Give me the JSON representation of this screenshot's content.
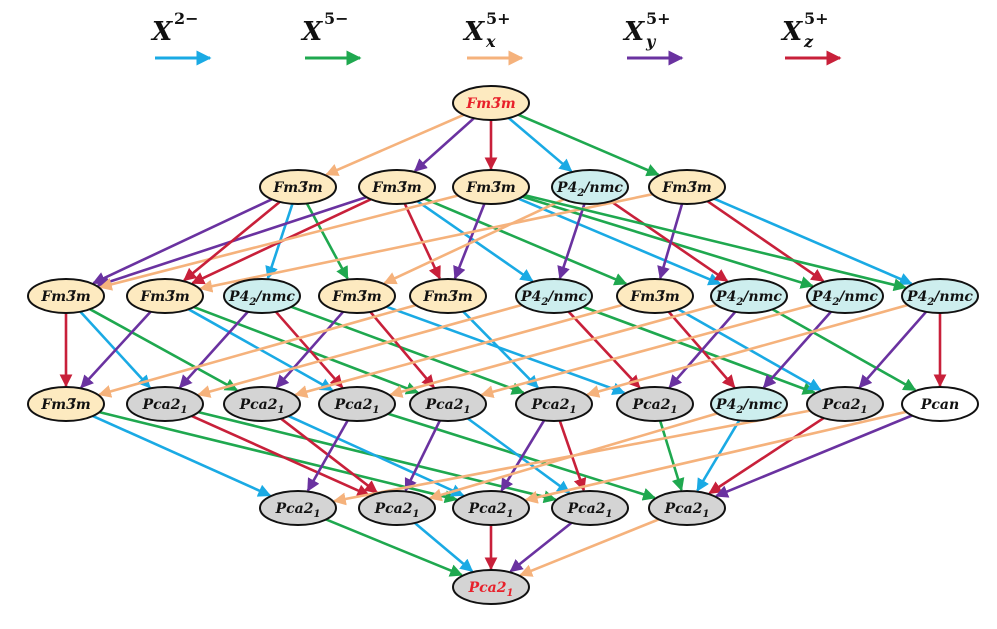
{
  "legend": [
    {
      "label": "X",
      "sup": "2−",
      "sub": "",
      "color": "#1aaae4"
    },
    {
      "label": "X",
      "sup": "5−",
      "sub": "",
      "color": "#1fa84f"
    },
    {
      "label": "X",
      "sup": "5+",
      "sub": "x",
      "color": "#f5b27c"
    },
    {
      "label": "X",
      "sup": "5+",
      "sub": "y",
      "color": "#6a32a0"
    },
    {
      "label": "X",
      "sup": "5+",
      "sub": "z",
      "color": "#c8203a"
    }
  ],
  "fills": {
    "cubic": "#fdeac0",
    "tetragonal": "#cdeeee",
    "orthorhombic": "#d4d4d4",
    "plain": "#ffffff"
  },
  "levels": [
    [
      {
        "main": "Fm3̅m",
        "sub": "",
        "fill": "cubic",
        "highlight": true
      }
    ],
    [
      {
        "main": "Fm3̅m",
        "sub": "",
        "fill": "cubic"
      },
      {
        "main": "Fm3̅m",
        "sub": "",
        "fill": "cubic"
      },
      {
        "main": "Fm3̅m",
        "sub": "",
        "fill": "cubic"
      },
      {
        "main": "P4",
        "sub": "2",
        "tail": "/nmc",
        "fill": "tetragonal"
      },
      {
        "main": "Fm3̅m",
        "sub": "",
        "fill": "cubic"
      }
    ],
    [
      {
        "main": "Fm3̅m",
        "sub": "",
        "fill": "cubic"
      },
      {
        "main": "Fm3̅m",
        "sub": "",
        "fill": "cubic"
      },
      {
        "main": "P4",
        "sub": "2",
        "tail": "/nmc",
        "fill": "tetragonal"
      },
      {
        "main": "Fm3̅m",
        "sub": "",
        "fill": "cubic"
      },
      {
        "main": "Fm3̅m",
        "sub": "",
        "fill": "cubic"
      },
      {
        "main": "P4",
        "sub": "2",
        "tail": "/nmc",
        "fill": "tetragonal"
      },
      {
        "main": "Fm3̅m",
        "sub": "",
        "fill": "cubic"
      },
      {
        "main": "P4",
        "sub": "2",
        "tail": "/nmc",
        "fill": "tetragonal"
      },
      {
        "main": "P4",
        "sub": "2",
        "tail": "/nmc",
        "fill": "tetragonal"
      },
      {
        "main": "P4",
        "sub": "2",
        "tail": "/nmc",
        "fill": "tetragonal"
      }
    ],
    [
      {
        "main": "Fm3̅m",
        "sub": "",
        "fill": "cubic"
      },
      {
        "main": "Pca2",
        "sub": "1",
        "fill": "orthorhombic"
      },
      {
        "main": "Pca2",
        "sub": "1",
        "fill": "orthorhombic"
      },
      {
        "main": "Pca2",
        "sub": "1",
        "fill": "orthorhombic"
      },
      {
        "main": "Pca2",
        "sub": "1",
        "fill": "orthorhombic"
      },
      {
        "main": "Pca2",
        "sub": "1",
        "fill": "orthorhombic"
      },
      {
        "main": "Pca2",
        "sub": "1",
        "fill": "orthorhombic"
      },
      {
        "main": "P4",
        "sub": "2",
        "tail": "/nmc",
        "fill": "tetragonal"
      },
      {
        "main": "Pca2",
        "sub": "1",
        "fill": "orthorhombic"
      },
      {
        "main": "Pcan",
        "sub": "",
        "fill": "plain"
      }
    ],
    [
      {
        "main": "Pca2",
        "sub": "1",
        "fill": "orthorhombic"
      },
      {
        "main": "Pca2",
        "sub": "1",
        "fill": "orthorhombic"
      },
      {
        "main": "Pca2",
        "sub": "1",
        "fill": "orthorhombic"
      },
      {
        "main": "Pca2",
        "sub": "1",
        "fill": "orthorhombic"
      },
      {
        "main": "Pca2",
        "sub": "1",
        "fill": "orthorhombic"
      }
    ],
    [
      {
        "main": "Pca2",
        "sub": "1",
        "fill": "orthorhombic",
        "highlight": true
      }
    ]
  ],
  "highlight_color": "#e8202a",
  "edges": [
    {
      "from": "0.0",
      "to": "1.0",
      "color": "#f5b27c"
    },
    {
      "from": "0.0",
      "to": "1.1",
      "color": "#6a32a0"
    },
    {
      "from": "0.0",
      "to": "1.2",
      "color": "#c8203a"
    },
    {
      "from": "0.0",
      "to": "1.3",
      "color": "#1aaae4"
    },
    {
      "from": "0.0",
      "to": "1.4",
      "color": "#1fa84f"
    },
    {
      "from": "1.0",
      "to": "2.0",
      "color": "#6a32a0"
    },
    {
      "from": "1.0",
      "to": "2.2",
      "color": "#1aaae4"
    },
    {
      "from": "1.0",
      "to": "2.3",
      "color": "#1fa84f"
    },
    {
      "from": "1.1",
      "to": "2.0",
      "color": "#6a32a0"
    },
    {
      "from": "1.1",
      "to": "2.1",
      "color": "#c8203a"
    },
    {
      "from": "1.1",
      "to": "2.4",
      "color": "#c8203a"
    },
    {
      "from": "1.1",
      "to": "2.5",
      "color": "#1aaae4"
    },
    {
      "from": "1.1",
      "to": "2.6",
      "color": "#1fa84f"
    },
    {
      "from": "1.2",
      "to": "2.0",
      "color": "#f5b27c"
    },
    {
      "from": "1.2",
      "to": "2.4",
      "color": "#6a32a0"
    },
    {
      "from": "1.2",
      "to": "2.7",
      "color": "#1aaae4"
    },
    {
      "from": "1.2",
      "to": "2.8",
      "color": "#1fa84f"
    },
    {
      "from": "1.3",
      "to": "2.3",
      "color": "#f5b27c"
    },
    {
      "from": "1.3",
      "to": "2.5",
      "color": "#6a32a0"
    },
    {
      "from": "1.3",
      "to": "2.7",
      "color": "#c8203a"
    },
    {
      "from": "1.4",
      "to": "2.1",
      "color": "#f5b27c"
    },
    {
      "from": "1.4",
      "to": "2.6",
      "color": "#6a32a0"
    },
    {
      "from": "1.4",
      "to": "2.8",
      "color": "#c8203a"
    },
    {
      "from": "1.4",
      "to": "2.9",
      "color": "#1aaae4"
    },
    {
      "from": "1.0",
      "to": "2.1",
      "color": "#c8203a"
    },
    {
      "from": "1.2",
      "to": "2.9",
      "color": "#1fa84f"
    },
    {
      "from": "2.0",
      "to": "3.0",
      "color": "#c8203a"
    },
    {
      "from": "2.0",
      "to": "3.1",
      "color": "#1aaae4"
    },
    {
      "from": "2.0",
      "to": "3.2",
      "color": "#1fa84f"
    },
    {
      "from": "2.1",
      "to": "3.0",
      "color": "#6a32a0"
    },
    {
      "from": "2.1",
      "to": "3.3",
      "color": "#1aaae4"
    },
    {
      "from": "2.1",
      "to": "3.4",
      "color": "#1fa84f"
    },
    {
      "from": "2.2",
      "to": "3.1",
      "color": "#6a32a0"
    },
    {
      "from": "2.2",
      "to": "3.3",
      "color": "#c8203a"
    },
    {
      "from": "2.2",
      "to": "3.5",
      "color": "#1fa84f"
    },
    {
      "from": "2.3",
      "to": "3.2",
      "color": "#6a32a0"
    },
    {
      "from": "2.3",
      "to": "3.4",
      "color": "#c8203a"
    },
    {
      "from": "2.3",
      "to": "3.6",
      "color": "#1aaae4"
    },
    {
      "from": "2.4",
      "to": "3.0",
      "color": "#f5b27c"
    },
    {
      "from": "2.4",
      "to": "3.5",
      "color": "#1aaae4"
    },
    {
      "from": "2.5",
      "to": "3.1",
      "color": "#f5b27c"
    },
    {
      "from": "2.5",
      "to": "3.6",
      "color": "#c8203a"
    },
    {
      "from": "2.5",
      "to": "3.8",
      "color": "#1fa84f"
    },
    {
      "from": "2.6",
      "to": "3.2",
      "color": "#f5b27c"
    },
    {
      "from": "2.6",
      "to": "3.7",
      "color": "#c8203a"
    },
    {
      "from": "2.6",
      "to": "3.8",
      "color": "#1aaae4"
    },
    {
      "from": "2.7",
      "to": "3.3",
      "color": "#f5b27c"
    },
    {
      "from": "2.7",
      "to": "3.6",
      "color": "#6a32a0"
    },
    {
      "from": "2.7",
      "to": "3.9",
      "color": "#1fa84f"
    },
    {
      "from": "2.8",
      "to": "3.4",
      "color": "#f5b27c"
    },
    {
      "from": "2.8",
      "to": "3.7",
      "color": "#6a32a0"
    },
    {
      "from": "2.9",
      "to": "3.5",
      "color": "#f5b27c"
    },
    {
      "from": "2.9",
      "to": "3.8",
      "color": "#6a32a0"
    },
    {
      "from": "2.9",
      "to": "3.9",
      "color": "#c8203a"
    },
    {
      "from": "3.0",
      "to": "4.0",
      "color": "#1aaae4"
    },
    {
      "from": "3.0",
      "to": "4.2",
      "color": "#1fa84f"
    },
    {
      "from": "3.1",
      "to": "4.1",
      "color": "#c8203a"
    },
    {
      "from": "3.1",
      "to": "4.3",
      "color": "#1fa84f"
    },
    {
      "from": "3.2",
      "to": "4.1",
      "color": "#c8203a"
    },
    {
      "from": "3.2",
      "to": "4.2",
      "color": "#1aaae4"
    },
    {
      "from": "3.3",
      "to": "4.0",
      "color": "#6a32a0"
    },
    {
      "from": "3.3",
      "to": "4.4",
      "color": "#1fa84f"
    },
    {
      "from": "3.4",
      "to": "4.1",
      "color": "#6a32a0"
    },
    {
      "from": "3.4",
      "to": "4.3",
      "color": "#1aaae4"
    },
    {
      "from": "3.5",
      "to": "4.2",
      "color": "#6a32a0"
    },
    {
      "from": "3.5",
      "to": "4.3",
      "color": "#c8203a"
    },
    {
      "from": "3.6",
      "to": "4.4",
      "color": "#1fa84f"
    },
    {
      "from": "3.7",
      "to": "4.4",
      "color": "#1aaae4"
    },
    {
      "from": "3.8",
      "to": "4.0",
      "color": "#f5b27c"
    },
    {
      "from": "3.8",
      "to": "4.4",
      "color": "#c8203a"
    },
    {
      "from": "3.9",
      "to": "4.2",
      "color": "#f5b27c"
    },
    {
      "from": "3.9",
      "to": "4.4",
      "color": "#6a32a0"
    },
    {
      "from": "3.7",
      "to": "4.1",
      "color": "#f5b27c"
    },
    {
      "from": "4.0",
      "to": "5.0",
      "color": "#1fa84f"
    },
    {
      "from": "4.1",
      "to": "5.0",
      "color": "#1aaae4"
    },
    {
      "from": "4.2",
      "to": "5.0",
      "color": "#c8203a"
    },
    {
      "from": "4.3",
      "to": "5.0",
      "color": "#6a32a0"
    },
    {
      "from": "4.4",
      "to": "5.0",
      "color": "#f5b27c"
    }
  ]
}
